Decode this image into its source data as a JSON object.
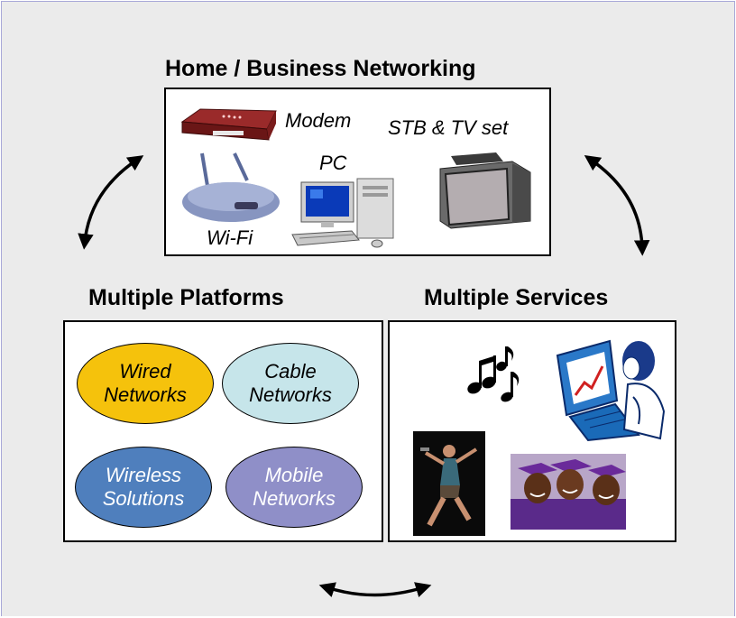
{
  "diagram": {
    "top": {
      "title": "Home / Business Networking",
      "devices": {
        "modem": "Modem",
        "stb": "STB & TV set",
        "pc": "PC",
        "wifi": "Wi-Fi"
      }
    },
    "platforms": {
      "title": "Multiple Platforms",
      "items": [
        {
          "label": "Wired\nNetworks",
          "color": "#f5c20c",
          "text_color": "#000000"
        },
        {
          "label": "Cable\nNetworks",
          "color": "#c6e5ea",
          "text_color": "#000000"
        },
        {
          "label": "Wireless\nSolutions",
          "color": "#4f7fbd",
          "text_color": "#ffffff"
        },
        {
          "label": "Mobile\nNetworks",
          "color": "#8f8fc8",
          "text_color": "#ffffff"
        }
      ]
    },
    "services": {
      "title": "Multiple Services",
      "icons": [
        "music-notes-icon",
        "computer-user-icon",
        "game-character-icon",
        "graduates-photo-icon"
      ]
    },
    "arrows": [
      "double-arrow-icon",
      "double-arrow-icon",
      "double-arrow-icon"
    ]
  }
}
